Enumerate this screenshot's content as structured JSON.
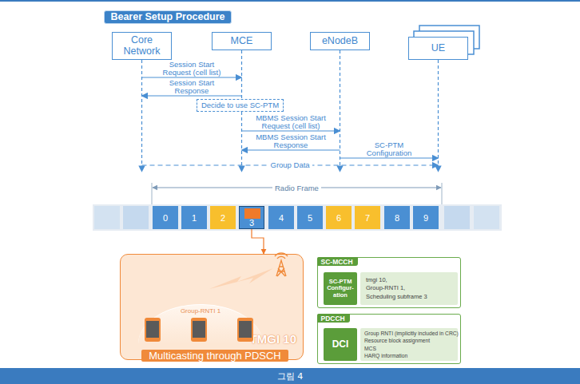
{
  "diagram": {
    "title": "Bearer Setup Procedure",
    "caption": "그림 4",
    "nodes": [
      {
        "text": [
          "Core Network"
        ]
      },
      {
        "text": [
          "MCE"
        ]
      },
      {
        "text": [
          "eNodeB"
        ]
      },
      {
        "text": [
          "UE"
        ]
      },
      {
        "text": [
          "Decide to use SC-PTM"
        ]
      },
      {
        "text": [
          "0"
        ]
      },
      {
        "text": [
          "1"
        ]
      },
      {
        "text": [
          "2"
        ]
      },
      {
        "text": [
          "3"
        ]
      },
      {
        "text": [
          "4"
        ]
      },
      {
        "text": [
          "5"
        ]
      },
      {
        "text": [
          "6"
        ]
      },
      {
        "text": [
          "7"
        ]
      },
      {
        "text": [
          "8"
        ]
      },
      {
        "text": [
          "9"
        ]
      },
      {
        "text": [
          "TMGI 10"
        ]
      },
      {
        "text": [
          "Group-RNTI 1"
        ],
        "in": 15
      },
      {
        "text": [
          "Multicasting through PDSCH"
        ],
        "in": 15
      },
      {
        "text": [
          "SC-MCCH"
        ]
      },
      {
        "text": [
          "SC-PTM Configur- ation"
        ],
        "in": 18
      },
      {
        "text": [
          "tmgi 10,",
          "Group-RNTI 1,",
          "Scheduling subframe 3"
        ],
        "in": 18
      },
      {
        "text": [
          "PDCCH"
        ]
      },
      {
        "text": [
          "DCI"
        ],
        "in": 21
      },
      {
        "text": [
          "Group RNTI (implicitly included in CRC)",
          "Resource block assignment",
          "MCS",
          "HARQ information"
        ],
        "in": 21
      }
    ],
    "edges": [
      {
        "from": 0,
        "to": 1,
        "label": "Session Start Request (cell list)",
        "arrow": "to"
      },
      {
        "from": 1,
        "to": 0,
        "label": "Session Start Response",
        "arrow": "to"
      },
      {
        "from": 1,
        "to": 2,
        "label": "MBMS Session Start Request (cell list)",
        "arrow": "to"
      },
      {
        "from": 2,
        "to": 1,
        "label": "MBMS Session Start Response",
        "arrow": "to"
      },
      {
        "from": 2,
        "to": 3,
        "label": "SC-PTM Configuration",
        "arrow": "to"
      },
      {
        "from": 0,
        "to": 3,
        "label": "Group Data",
        "arrow": "to"
      },
      {
        "from": 8,
        "to": 15,
        "arrow": "to"
      }
    ],
    "labels": [
      "Radio Frame"
    ]
  }
}
